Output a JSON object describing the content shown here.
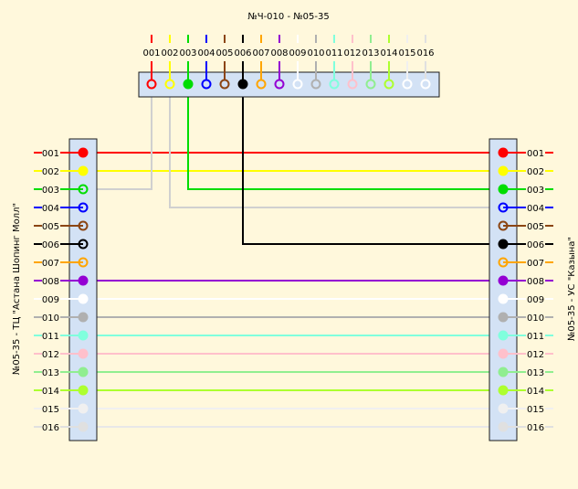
{
  "title": "№Ч-010 - №05-35",
  "left_label": "№05-35 - ТЦ \"Астана Шопинг Молл\"",
  "right_label": "№05-35 - УС \"Казына\"",
  "colors": [
    "#ff0000",
    "#ffff00",
    "#00dd00",
    "#0000ff",
    "#8b4513",
    "#000000",
    "#ffa500",
    "#9400d3",
    "#ffffff",
    "#b0b0b0",
    "#80ffdd",
    "#ffc0cb",
    "#90ee90",
    "#adff2f",
    "#f0f0f0",
    "#e0e0e0"
  ],
  "top_panel": {
    "labels": [
      "001",
      "002",
      "003",
      "004",
      "005",
      "006",
      "007",
      "008",
      "009",
      "010",
      "011",
      "012",
      "013",
      "014",
      "015",
      "016"
    ],
    "filled": [
      false,
      false,
      true,
      false,
      false,
      true,
      false,
      false,
      false,
      false,
      false,
      false,
      false,
      false,
      false,
      false
    ]
  },
  "left_panel": {
    "labels": [
      "001",
      "002",
      "003",
      "004",
      "005",
      "006",
      "007",
      "008",
      "009",
      "010",
      "011",
      "012",
      "013",
      "014",
      "015",
      "016"
    ],
    "filled": [
      true,
      true,
      false,
      false,
      false,
      false,
      false,
      true,
      true,
      true,
      true,
      true,
      true,
      true,
      true,
      true
    ]
  },
  "right_panel": {
    "labels": [
      "001",
      "002",
      "003",
      "004",
      "005",
      "006",
      "007",
      "008",
      "009",
      "010",
      "011",
      "012",
      "013",
      "014",
      "015",
      "016"
    ],
    "filled": [
      true,
      true,
      true,
      false,
      false,
      true,
      false,
      true,
      true,
      true,
      true,
      true,
      true,
      true,
      true,
      true
    ]
  },
  "connections": [
    {
      "from": "left",
      "from_fiber": 1,
      "to": "right",
      "to_fiber": 1,
      "color": "#ff0000"
    },
    {
      "from": "left",
      "from_fiber": 2,
      "to": "right",
      "to_fiber": 2,
      "color": "#ffff00"
    },
    {
      "from": "left",
      "from_fiber": 3,
      "to": "top",
      "to_fiber": 1,
      "color": "#d0d0d0"
    },
    {
      "from": "top",
      "from_fiber": 2,
      "to": "right",
      "to_fiber": 4,
      "color": "#d0d0d0"
    },
    {
      "from": "top",
      "from_fiber": 3,
      "to": "right",
      "to_fiber": 3,
      "color": "#00dd00"
    },
    {
      "from": "top",
      "from_fiber": 6,
      "to": "right",
      "to_fiber": 6,
      "color": "#000000"
    },
    {
      "from": "left",
      "from_fiber": 8,
      "to": "right",
      "to_fiber": 8,
      "color": "#9400d3"
    },
    {
      "from": "left",
      "from_fiber": 9,
      "to": "right",
      "to_fiber": 9,
      "color": "#ffffff"
    },
    {
      "from": "left",
      "from_fiber": 10,
      "to": "right",
      "to_fiber": 10,
      "color": "#b0b0b0"
    },
    {
      "from": "left",
      "from_fiber": 11,
      "to": "right",
      "to_fiber": 11,
      "color": "#80ffdd"
    },
    {
      "from": "left",
      "from_fiber": 12,
      "to": "right",
      "to_fiber": 12,
      "color": "#ffc0cb"
    },
    {
      "from": "left",
      "from_fiber": 13,
      "to": "right",
      "to_fiber": 13,
      "color": "#90ee90"
    },
    {
      "from": "left",
      "from_fiber": 14,
      "to": "right",
      "to_fiber": 14,
      "color": "#adff2f"
    },
    {
      "from": "left",
      "from_fiber": 15,
      "to": "right",
      "to_fiber": 15,
      "color": "#f0f0f0"
    },
    {
      "from": "left",
      "from_fiber": 16,
      "to": "right",
      "to_fiber": 16,
      "color": "#e8e8e8"
    }
  ]
}
